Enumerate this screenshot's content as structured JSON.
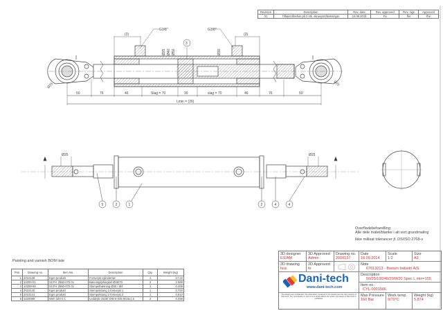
{
  "revision_table": {
    "headers": [
      "Revision",
      "Description",
      "Rev. date",
      "Rev. approved",
      "Rev. sign",
      "Approved"
    ],
    "rows": [
      [
        "01",
        "Tilføjet tilbehør på 2 stk. skrueport/bøsninger",
        "24.09.2015",
        "Fa",
        "fhe",
        "fhe"
      ]
    ]
  },
  "top_view": {
    "port_label_left": "G3/8\"",
    "port_label_right": "G3/8\"",
    "balloon_3": "3",
    "dims": [
      "50",
      "76",
      "46",
      "Slag = 70",
      "30",
      "slag = 70",
      "46",
      "76",
      "50"
    ],
    "overall_dim": "Lmin = (26)",
    "top_dims": [
      "(3)",
      "(3)"
    ],
    "diameters": [
      "Ø25",
      "Ø40",
      "Ø50",
      "Ø30"
    ],
    "eye_left": "Ø25",
    "eye_right": "Ø25"
  },
  "side_view": {
    "bore_label_left": "Ø25",
    "bore_label_right": "Ø25",
    "balloons": [
      "5",
      "2",
      "1",
      "2",
      "4",
      "4"
    ]
  },
  "notes": {
    "surface_heading": "Overfladebehandling:",
    "surface_text": "Alle dele malet/blanke i alt sort grundmaling",
    "tolerance": "Ikke målsat tolerancer jf. DS/ISO 2768-v"
  },
  "bom": {
    "title": "Painting and varnish BOM liste",
    "headers": [
      "Pos",
      "Drawing no.",
      "Item No.",
      "Description",
      "Qty.",
      "Weight (kg)"
    ],
    "rows": [
      [
        "1",
        "2010138",
        "Eget produkt",
        "Forsvejst cylinderrør",
        "1",
        "17.22"
      ],
      [
        "2",
        "10200-01",
        "SCFH 2560-070 01",
        "Bøsningsphingsel Ø25/70",
        "2",
        "2.688"
      ],
      [
        "3",
        "10200-69",
        "SCFH 2560-070 01",
        "Stempelbøsning Ø30 / Ø4",
        "1",
        "0.408"
      ],
      [
        "4",
        "2010140",
        "Eget produkt",
        "Stempelstang 2 forsvejst 1",
        "1",
        "0.720"
      ],
      [
        "5",
        "2010141",
        "Eget produkt",
        "Stempelstang 2 forsvejst 2",
        "1",
        "0.810"
      ],
      [
        "6",
        "1020098",
        "Weh 320-0.1",
        "Leddejle 25/30 DIN 6-025 M16x1.5",
        "2",
        "0.498"
      ]
    ]
  },
  "title_block": {
    "designer_3d_label": "3D designer",
    "designer_3d": "ES/AM",
    "approved_3d_label": "3D Approved",
    "approved_3d": "Admin",
    "drawing_no_label": "Drawing no.",
    "drawing_no": "2010137",
    "date_label": "Date",
    "date": "16.09.2014",
    "scale_label": "Scale",
    "scale": "1:2",
    "size_label": "Size",
    "size": "A3",
    "drawing_2d_label": "2D drawing",
    "drawing_2d": "hca",
    "approved_2d_label": "2D Approved",
    "approved_2d": "fe",
    "note_label": "Note",
    "note": "67613213 - Bonum Industri A/S",
    "description_label": "Description",
    "description": "50/25/100/40/20/W20 Spec L min=155",
    "item_no_label": "Item no.",
    "item_no": "CYL-0001566",
    "max_pressure_label": "Max Pressure",
    "max_pressure": "160 Bar",
    "work_temp_label": "Work temp.",
    "work_temp": "0/70°C",
    "weight_label": "Weight (kg)",
    "weight": "5.874",
    "logo_text": "Dani-tech",
    "website": "www.dani-tech.com",
    "disclaimer": "The drawing are confidential. The information contained in this drawing are the sole property of Dani-tech. Any reproduction in part or as a whole without the written permission of Dani-tech is prohibited.",
    "brand_color": "#1565c0",
    "value_color": "#d12b2b"
  }
}
